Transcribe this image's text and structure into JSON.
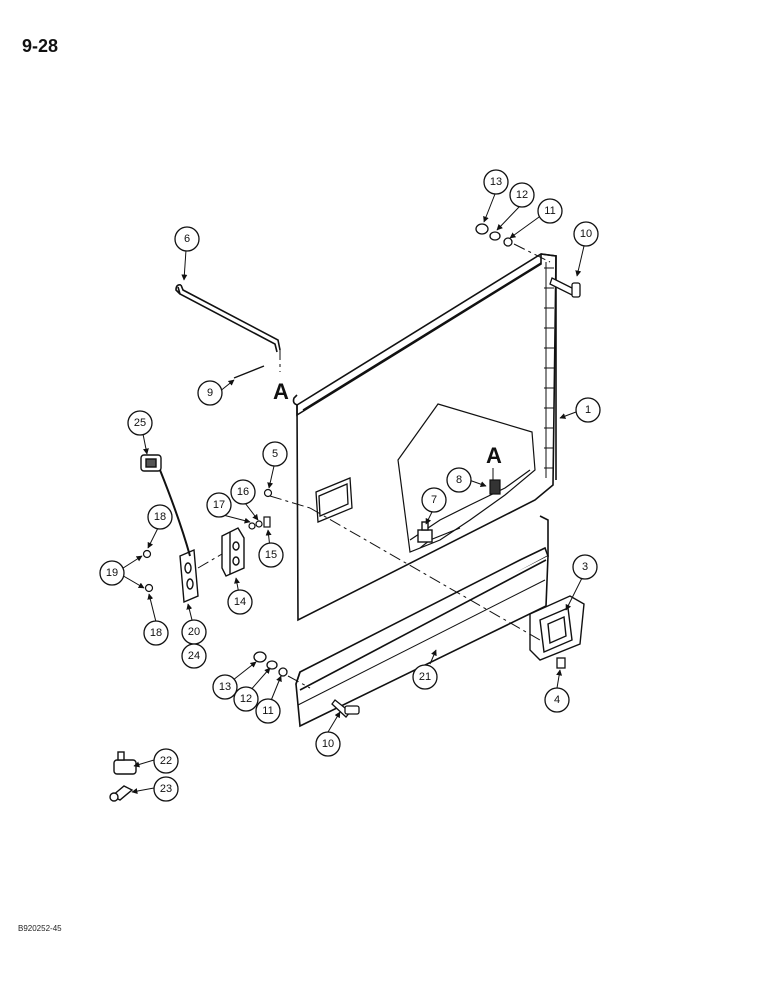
{
  "page": {
    "number": "9-28",
    "drawing_code": "B920252-45"
  },
  "section_marks": [
    "A",
    "A"
  ],
  "callouts": [
    "1",
    "3",
    "4",
    "5",
    "6",
    "7",
    "8",
    "9",
    "10",
    "10",
    "11",
    "11",
    "12",
    "12",
    "13",
    "13",
    "14",
    "15",
    "16",
    "17",
    "18",
    "18",
    "19",
    "20",
    "21",
    "22",
    "23",
    "24",
    "25"
  ]
}
